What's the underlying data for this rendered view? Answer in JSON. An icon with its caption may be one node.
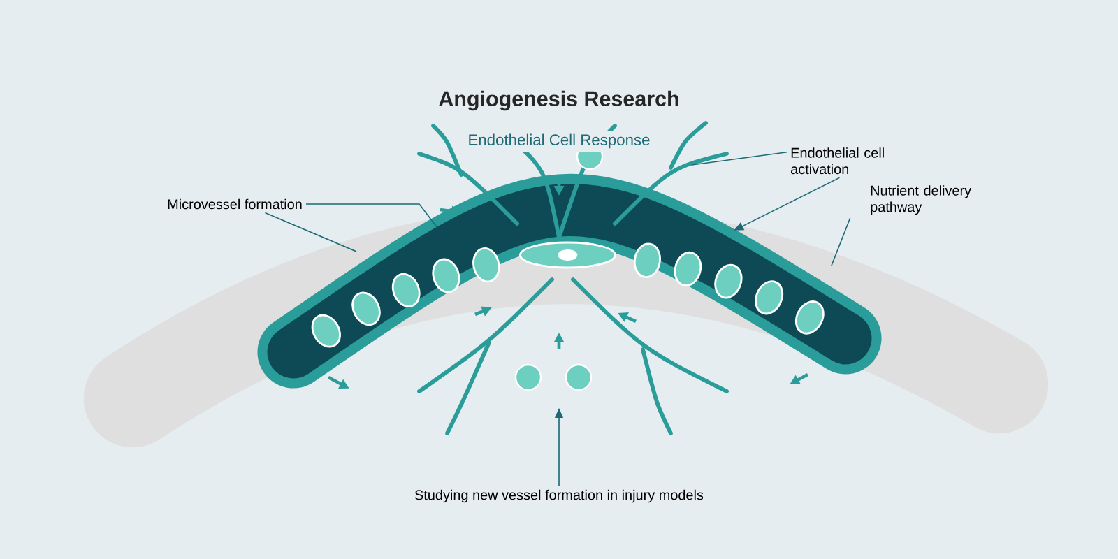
{
  "diagram": {
    "title": "Angiogenesis Research",
    "nodes": [
      {
        "text": [
          "Microvessel formation"
        ]
      },
      {
        "text": [
          "Endothelial cell activation"
        ]
      },
      {
        "text": [
          "Nutrient delivery pathway"
        ]
      },
      {
        "text": [
          "Studying new vessel formation in injury models"
        ]
      }
    ],
    "edges": [
      {
        "from": 0,
        "to": null,
        "arrow": "none"
      },
      {
        "from": 0,
        "to": null,
        "arrow": "none"
      },
      {
        "from": 1,
        "to": null,
        "arrow": "none"
      },
      {
        "from": 1,
        "to": null,
        "arrow": "to"
      },
      {
        "from": 2,
        "to": null,
        "arrow": "none"
      },
      {
        "from": 3,
        "to": null,
        "arrow": "to"
      }
    ],
    "labels": [
      "Endothelial Cell Response"
    ]
  }
}
